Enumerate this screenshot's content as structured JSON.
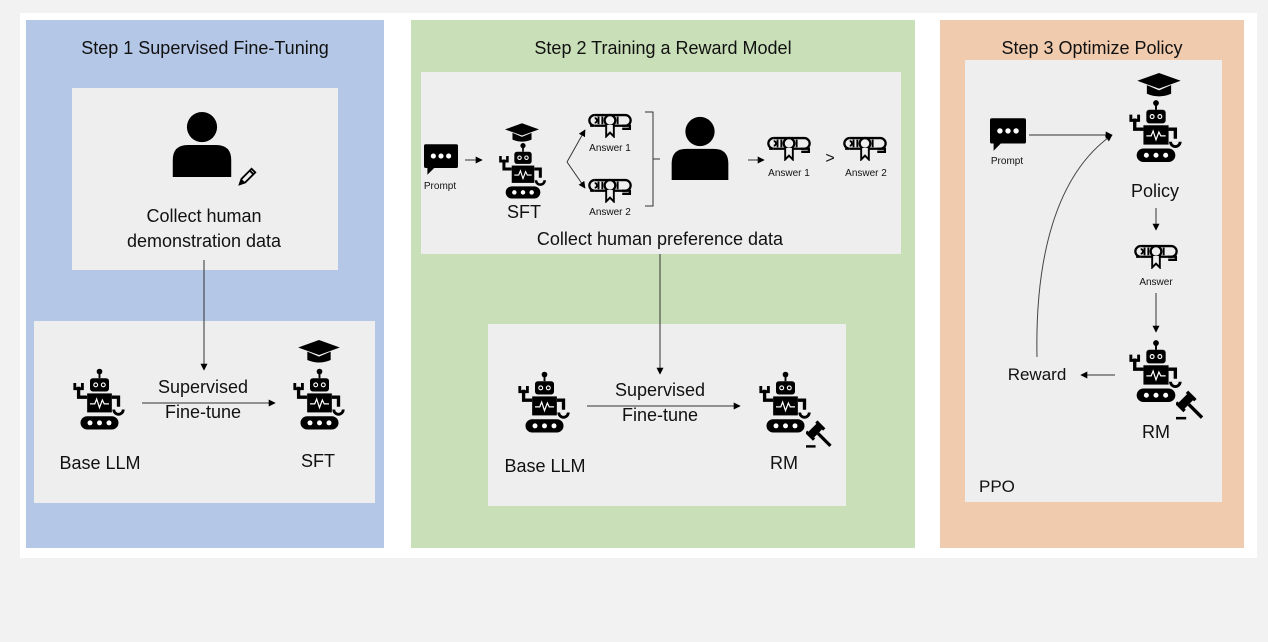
{
  "steps": [
    {
      "title": "Step 1 Supervised Fine-Tuning",
      "collect_label_line1": "Collect human",
      "collect_label_line2": "demonstration data",
      "base_label": "Base LLM",
      "edge_label_line1": "Supervised",
      "edge_label_line2": "Fine-tune",
      "target_label": "SFT"
    },
    {
      "title": "Step 2 Training a Reward Model",
      "prompt_label": "Prompt",
      "sft_label": "SFT",
      "answer1_label": "Answer 1",
      "answer2_label": "Answer 2",
      "ranked_first": "Answer 1",
      "comparator": ">",
      "ranked_second": "Answer 2",
      "collect_label": "Collect human preference data",
      "base_label": "Base LLM",
      "edge_label_line1": "Supervised",
      "edge_label_line2": "Fine-tune",
      "target_label": "RM"
    },
    {
      "title": "Step 3 Optimize Policy",
      "prompt_label": "Prompt",
      "policy_label": "Policy",
      "answer_label": "Answer",
      "reward_label": "Reward",
      "rm_label": "RM",
      "algorithm_label": "PPO"
    }
  ],
  "colors": {
    "step1_bg": "#b4c7e7",
    "step2_bg": "#c9dfb8",
    "step3_bg": "#f0cbae",
    "inner_box": "#eeeeee",
    "page_bg": "#f2f2f2"
  },
  "icons": {
    "person": "person-icon",
    "pencil": "pencil-icon",
    "robot": "robot-icon",
    "grad_cap": "graduation-cap-icon",
    "chat": "chat-bubble-icon",
    "scroll": "diploma-scroll-icon",
    "gavel": "gavel-icon"
  }
}
